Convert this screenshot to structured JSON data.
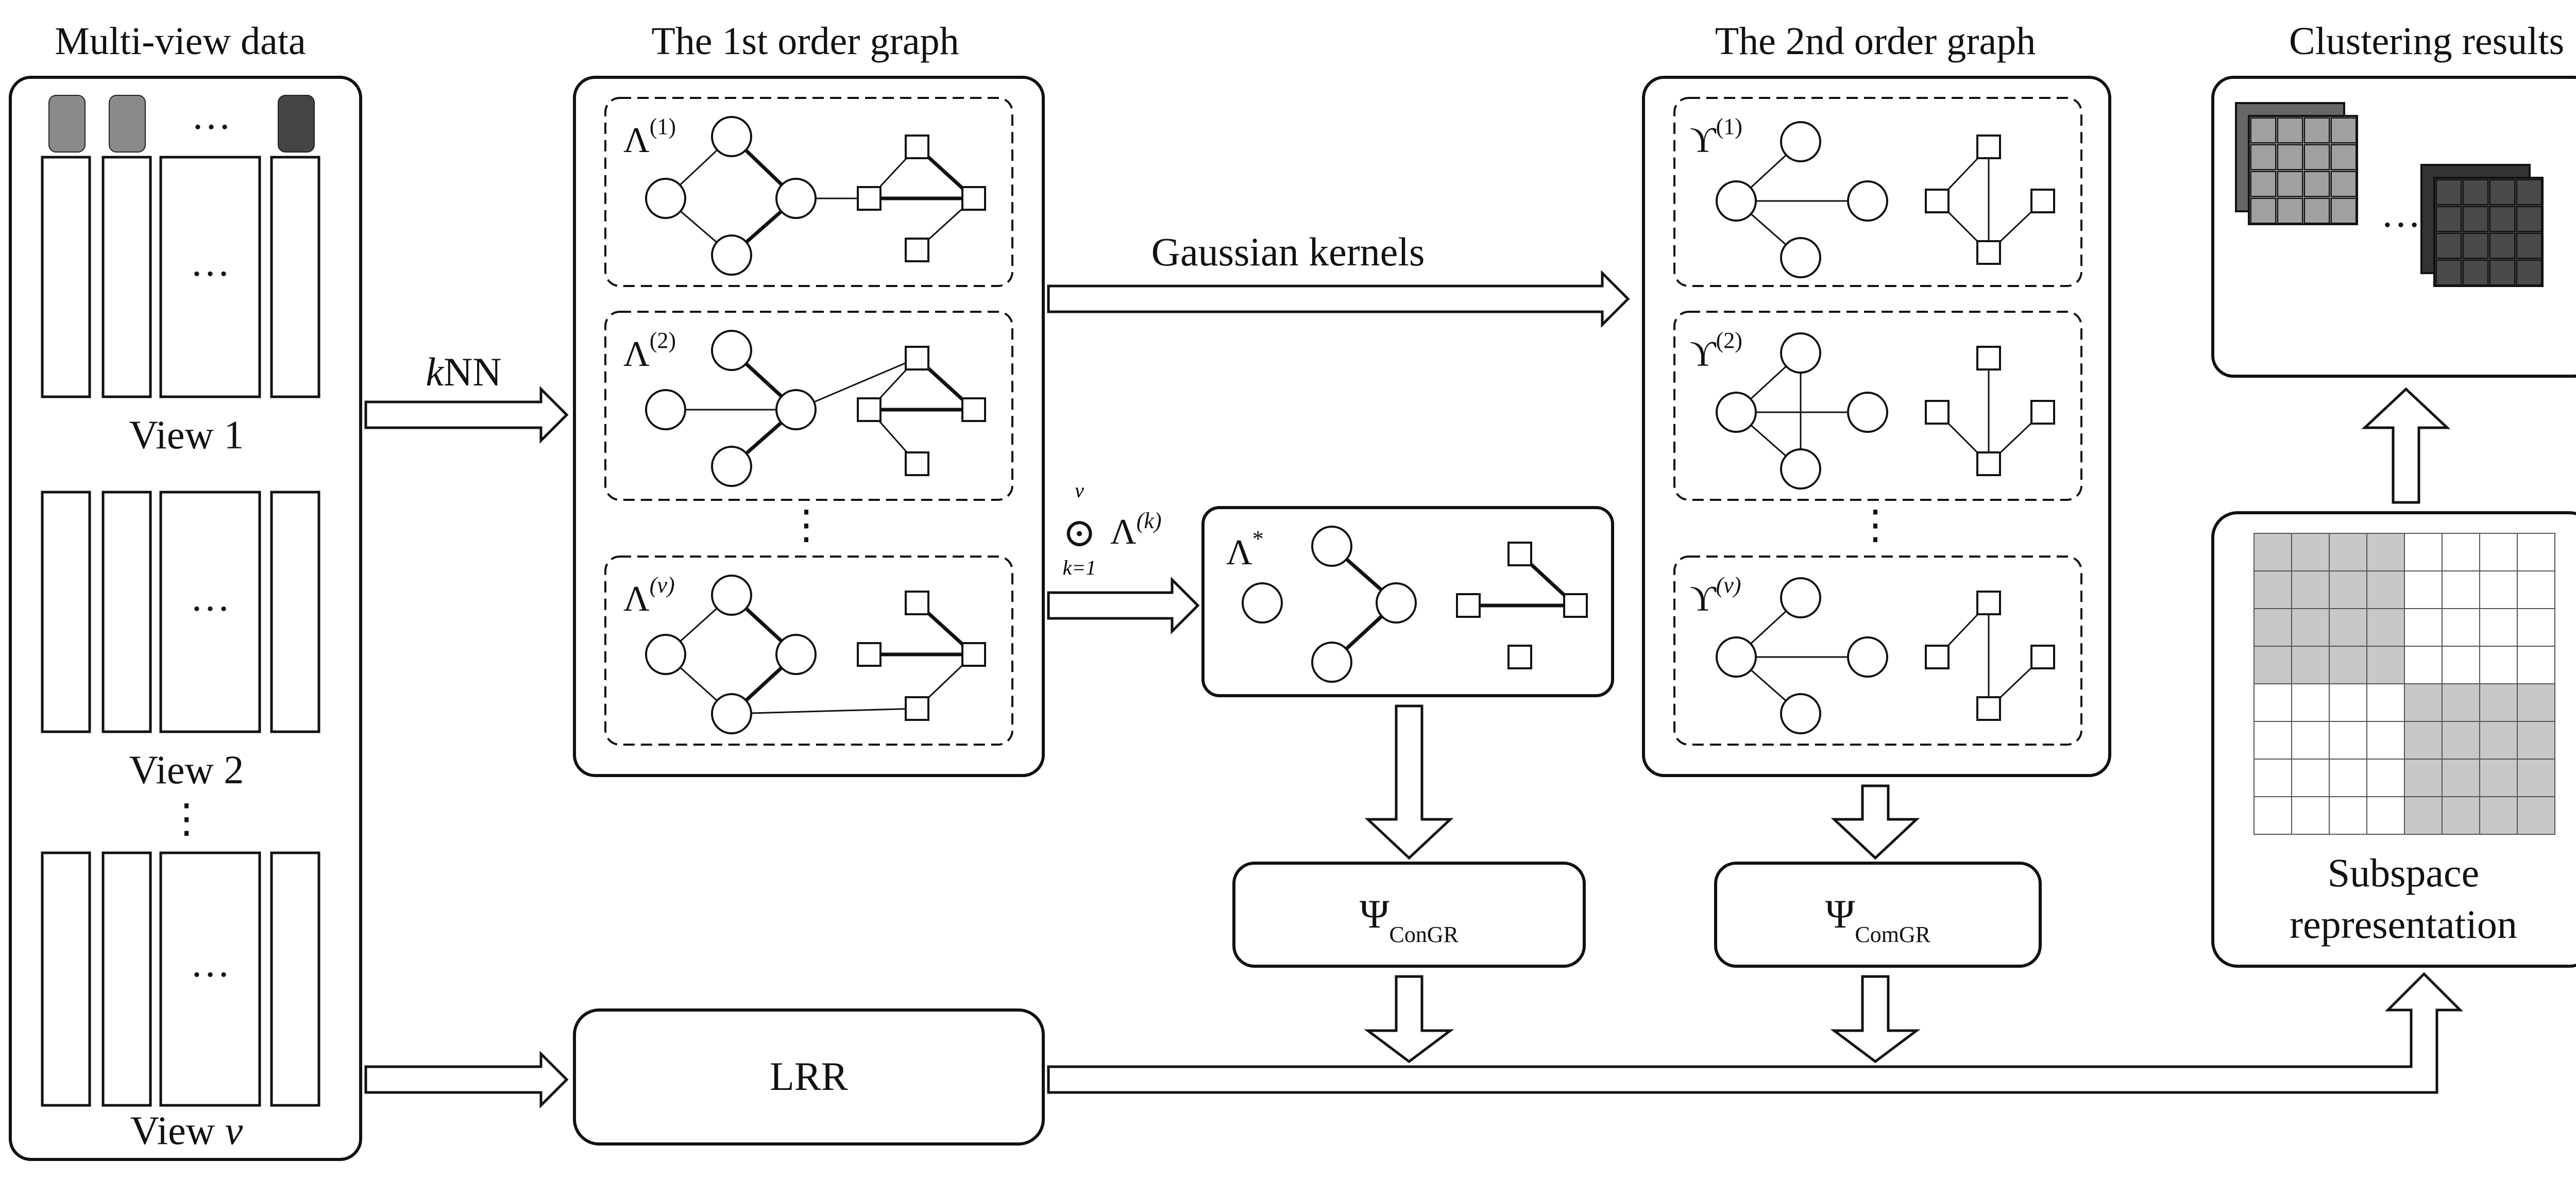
{
  "titles": {
    "multiview": "Multi-view data",
    "first": "The 1st order graph",
    "second": "The 2nd order graph",
    "clustering": "Clustering results"
  },
  "views": {
    "view1": "View 1",
    "view2": "View 2",
    "viewv_prefix": "View ",
    "viewv_var": "v",
    "dots_h": "…",
    "dots_v": "⋮"
  },
  "arrows": {
    "knn_k": "k",
    "knn_rest": "NN",
    "gaussian": "Gaussian kernels",
    "odot_sup": "v",
    "odot_sym": "⊙",
    "odot_sub": "k=1",
    "odot_lambda": "Λ",
    "odot_exp": "(k)"
  },
  "graphs": {
    "lambda_sym": "Λ",
    "lambda_1": "(1)",
    "lambda_2": "(2)",
    "lambda_v": "(v)",
    "lambda_star": "*",
    "upsilon_sym": "ϒ",
    "upsilon_1": "(1)",
    "upsilon_2": "(2)",
    "upsilon_v": "(v)"
  },
  "boxes": {
    "psi_sym": "Ψ",
    "psi_congr": "ConGR",
    "psi_comgr": "ComGR",
    "lrr": "LRR",
    "subspace_line1": "Subspace",
    "subspace_line2": "representation"
  },
  "colors": {
    "stroke": "#111111",
    "block_fill": "#c8c8c8",
    "background": "#ffffff"
  }
}
